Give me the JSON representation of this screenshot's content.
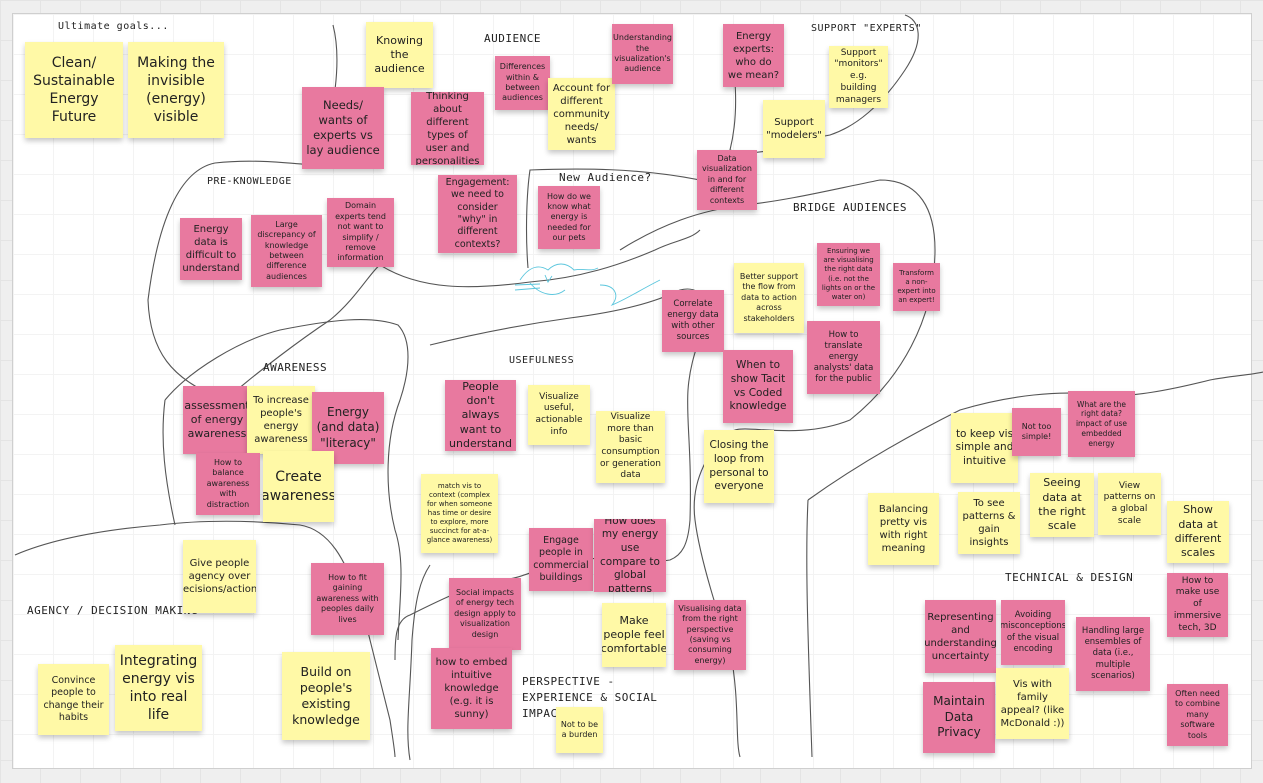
{
  "colors": {
    "yellow_note": "#fff9a6",
    "pink_note": "#e8799f",
    "board": "#ffffff",
    "line": "#555555"
  },
  "labels": {
    "ultimate_goals": "Ultimate goals...",
    "audience": "AUDIENCE",
    "support_experts": "SUPPORT \"EXPERTS\"",
    "pre_knowledge": "PRE-KNOWLEDGE",
    "new_audience": "New Audience?",
    "bridge_audiences": "BRIDGE AUDIENCES",
    "awareness": "AWARENESS",
    "usefulness": "USEFULNESS",
    "agency": "AGENCY / DECISION MAKING",
    "technical": "TECHNICAL & DESIGN",
    "perspective": "PERSPECTIVE - EXPERIENCE & SOCIAL IMPACT"
  },
  "notes": [
    {
      "text": "Clean/ Sustainable Energy Future"
    },
    {
      "text": "Making the invisible (energy) visible"
    },
    {
      "text": "Knowing the audience"
    },
    {
      "text": "Needs/ wants of experts vs lay audience"
    },
    {
      "text": "Thinking about different types of user and personalities"
    },
    {
      "text": "Differences within & between audiences"
    },
    {
      "text": "Account for different community needs/ wants"
    },
    {
      "text": "Understanding the visualization's audience"
    },
    {
      "text": "Energy experts: who do we mean?"
    },
    {
      "text": "Support \"monitors\" e.g. building managers"
    },
    {
      "text": "Support \"modelers\""
    },
    {
      "text": "Data visualization in and for different contexts"
    },
    {
      "text": "Engagement: we need to consider \"why\" in different contexts?"
    },
    {
      "text": "How do we know what energy is needed for our pets"
    },
    {
      "text": "Energy data is difficult to understand"
    },
    {
      "text": "Large discrepancy of knowledge between difference audiences"
    },
    {
      "text": "Domain experts tend not want to simplify / remove information"
    },
    {
      "text": "Ensuring we are visualising the right data (i.e. not the lights on or the water on)"
    },
    {
      "text": "Transform a non-expert into an expert!"
    },
    {
      "text": "Better support the flow from data to action across stakeholders"
    },
    {
      "text": "Correlate energy data with other sources"
    },
    {
      "text": "How to translate energy analysts' data for the public"
    },
    {
      "text": "When to show Tacit vs Coded knowledge"
    },
    {
      "text": "Closing the loop from personal to everyone"
    },
    {
      "text": "assessment of energy awareness"
    },
    {
      "text": "To increase people's energy awareness"
    },
    {
      "text": "Energy (and data) \"literacy\""
    },
    {
      "text": "How to balance awareness with distraction"
    },
    {
      "text": "Create awareness"
    },
    {
      "text": "People don't always want to understand"
    },
    {
      "text": "Visualize useful, actionable info"
    },
    {
      "text": "Visualize more than basic consumption or generation data"
    },
    {
      "text": "match vis to context (complex for when someone has time or desire to explore, more succinct for at-a-glance awareness)"
    },
    {
      "text": "Engage people in commercial buildings"
    },
    {
      "text": "How does my energy use compare to global patterns"
    },
    {
      "text": "Give people agency over decisions/actions"
    },
    {
      "text": "How to fit gaining awareness with peoples daily lives"
    },
    {
      "text": "Social impacts of energy tech design apply to visualization design"
    },
    {
      "text": "Make people feel comfortable"
    },
    {
      "text": "Visualising data from the right perspective (saving vs consuming energy)"
    },
    {
      "text": "Convince people to change their habits"
    },
    {
      "text": "Integrating energy vis into real life"
    },
    {
      "text": "Build on people's existing knowledge"
    },
    {
      "text": "how to embed intuitive knowledge (e.g. it is sunny)"
    },
    {
      "text": "Not to be a burden"
    },
    {
      "text": "to keep vis simple and intuitive"
    },
    {
      "text": "Not too simple!"
    },
    {
      "text": "What are the right data? impact of use embedded energy"
    },
    {
      "text": "Balancing pretty vis with right meaning"
    },
    {
      "text": "To see patterns & gain insights"
    },
    {
      "text": "Seeing data at the right scale"
    },
    {
      "text": "View patterns on a global scale"
    },
    {
      "text": "Show data at different scales"
    },
    {
      "text": "How to make use of immersive tech, 3D"
    },
    {
      "text": "Representing and understanding uncertainty"
    },
    {
      "text": "Avoiding misconceptions of the visual encoding"
    },
    {
      "text": "Handling large ensembles of data (i.e., multiple scenarios)"
    },
    {
      "text": "Maintain Data Privacy"
    },
    {
      "text": "Vis with family appeal? (like McDonald :))"
    },
    {
      "text": "Often need to combine many software tools"
    }
  ]
}
